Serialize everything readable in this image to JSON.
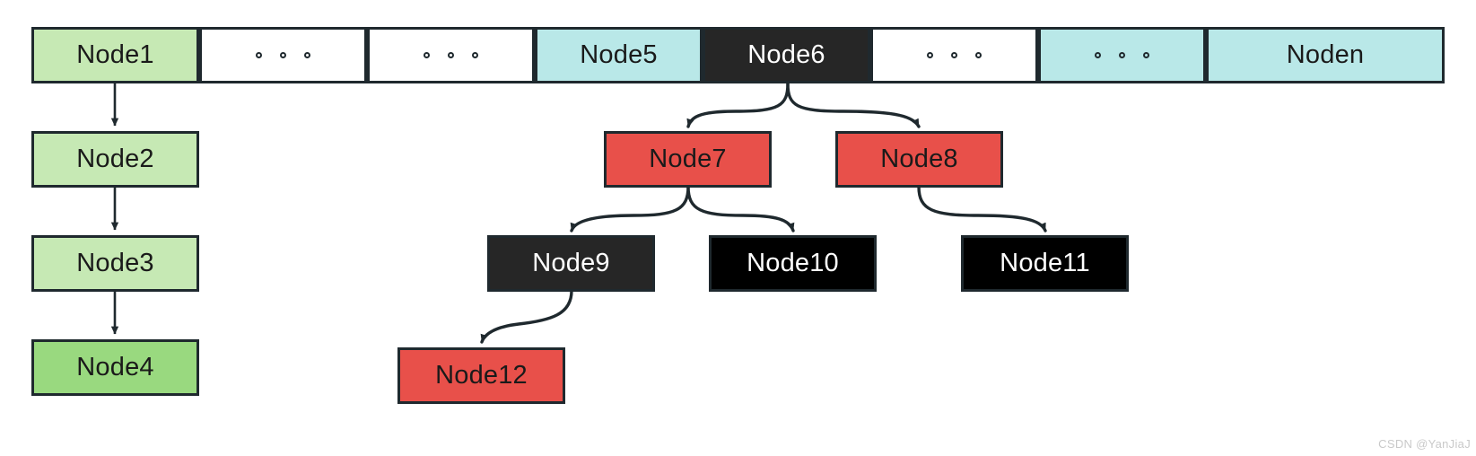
{
  "diagram": {
    "type": "linked-list-with-trees",
    "watermark": "CSDN @YanJiaJ",
    "colors": {
      "green": "#c6e9b4",
      "green_deep": "#99d97f",
      "cyan": "#b9e8e8",
      "white": "#ffffff",
      "dark": "#262626",
      "black": "#000000",
      "red": "#e8504a",
      "stroke": "#1f292e"
    },
    "bucket_row": {
      "name": "hash-bucket-array",
      "cells": [
        {
          "label": "Node1",
          "style": "green",
          "kind": "node"
        },
        {
          "label": "∘ ∘ ∘",
          "style": "white",
          "kind": "ellipsis"
        },
        {
          "label": "∘ ∘ ∘",
          "style": "white",
          "kind": "ellipsis"
        },
        {
          "label": "Node5",
          "style": "cyan",
          "kind": "node"
        },
        {
          "label": "Node6",
          "style": "dark",
          "kind": "node"
        },
        {
          "label": "∘ ∘ ∘",
          "style": "white",
          "kind": "ellipsis"
        },
        {
          "label": "∘ ∘ ∘",
          "style": "cyan",
          "kind": "ellipsis"
        },
        {
          "label": "Noden",
          "style": "cyan",
          "kind": "node"
        }
      ]
    },
    "chain_nodes": [
      {
        "label": "Node2",
        "style": "green"
      },
      {
        "label": "Node3",
        "style": "green"
      },
      {
        "label": "Node4",
        "style": "green-deep"
      }
    ],
    "tree_nodes": [
      {
        "label": "Node7",
        "style": "red"
      },
      {
        "label": "Node8",
        "style": "red"
      },
      {
        "label": "Node9",
        "style": "dark"
      },
      {
        "label": "Node10",
        "style": "black"
      },
      {
        "label": "Node11",
        "style": "black"
      },
      {
        "label": "Node12",
        "style": "red"
      }
    ],
    "edges": [
      {
        "from": "Node1",
        "to": "Node2",
        "shape": "straight"
      },
      {
        "from": "Node2",
        "to": "Node3",
        "shape": "straight"
      },
      {
        "from": "Node3",
        "to": "Node4",
        "shape": "straight"
      },
      {
        "from": "Node6",
        "to": "Node7",
        "shape": "curve"
      },
      {
        "from": "Node6",
        "to": "Node8",
        "shape": "curve"
      },
      {
        "from": "Node7",
        "to": "Node9",
        "shape": "curve"
      },
      {
        "from": "Node7",
        "to": "Node10",
        "shape": "curve"
      },
      {
        "from": "Node8",
        "to": "Node11",
        "shape": "curve"
      },
      {
        "from": "Node9",
        "to": "Node12",
        "shape": "curve"
      }
    ]
  }
}
